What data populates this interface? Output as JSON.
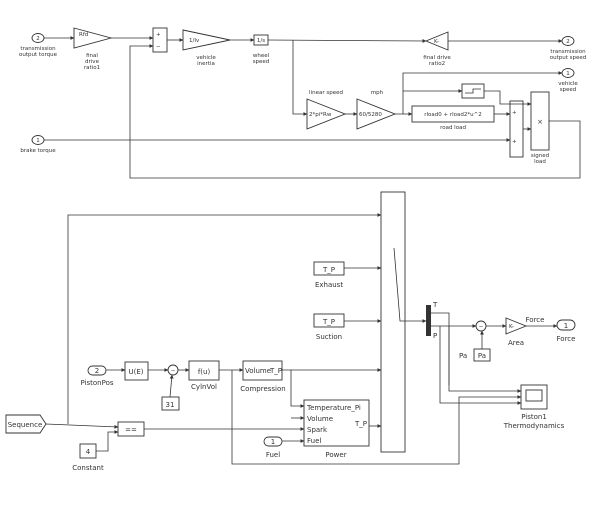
{
  "top_model": {
    "in_transmission_torque": {
      "num": "2",
      "label": "transmission output torque"
    },
    "in_brake_torque": {
      "num": "1",
      "label": "brake torque"
    },
    "gain_final_drive1": {
      "text": "Rfd",
      "label": "final drive ratio1"
    },
    "gain_vehicle_inertia": {
      "text": "1/Iv",
      "label": "vehicle inertia"
    },
    "integrator_wheel_speed": {
      "text": "1/s",
      "label": "wheel speed"
    },
    "gain_linear_speed": {
      "text": "2*pi*Rw",
      "label": "linear speed"
    },
    "gain_mph": {
      "text": "60/5280",
      "label": "mph"
    },
    "fcn_road_load": {
      "text": "rload0 + rload2*u^2",
      "label": "road load"
    },
    "gain_final_drive2": {
      "text": "K-",
      "label": "final drive ratio2"
    },
    "product_signed_load": {
      "text": "×",
      "label": "signed load"
    },
    "sum_main_signs": [
      "+",
      "−"
    ],
    "sum_road_signs": [
      "+",
      "+"
    ],
    "out_transmission_speed": {
      "num": "2",
      "label": "transmission output speed"
    },
    "out_vehicle_speed": {
      "num": "1",
      "label": "vehicle speed"
    }
  },
  "bottom_model": {
    "sequence": "Sequence",
    "constant": {
      "value": "4",
      "label": "Constant"
    },
    "compare": "==",
    "piston_pos": {
      "num": "2",
      "label": "PistonPos"
    },
    "ue_block": "U(E)",
    "const_31": "31",
    "cyln_vol": {
      "text": "f(u)",
      "label": "CylnVol"
    },
    "compression": {
      "in_text": "Volume",
      "out_text": "T_P",
      "label": "Compression"
    },
    "exhaust": {
      "text": "T_P",
      "label": "Exhaust"
    },
    "suction": {
      "text": "T_P",
      "label": "Suction"
    },
    "power": {
      "ports": [
        "Temperature_Pi",
        "Volume",
        "Spark",
        "Fuel"
      ],
      "out": "T_P",
      "label": "Power"
    },
    "fuel_in": {
      "num": "1",
      "label": "Fuel"
    },
    "demux_ports": [
      "T",
      "P"
    ],
    "pa": "Pa",
    "gain_area": {
      "text": "K-",
      "label": "Area"
    },
    "force_out": {
      "num": "1",
      "label": "Force",
      "wire_label": "Force"
    },
    "scope_label": "Piston1 Thermodynamics"
  }
}
